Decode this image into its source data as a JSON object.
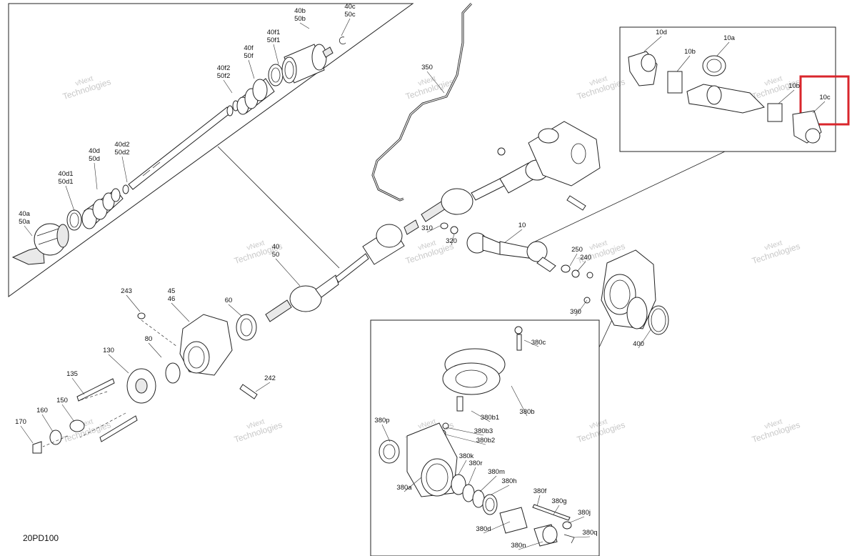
{
  "diagram_code": "20PD100",
  "watermark": "vNext Technologies",
  "highlight_color": "#d9262c",
  "highlighted_callout": "10c",
  "callouts": [
    {
      "id": "40b",
      "text": "40b\n50b"
    },
    {
      "id": "40c",
      "text": "40c\n50c"
    },
    {
      "id": "40f1",
      "text": "40f1\n50f1"
    },
    {
      "id": "40f",
      "text": "40f\n50f"
    },
    {
      "id": "40f2",
      "text": "40f2\n50f2"
    },
    {
      "id": "40d",
      "text": "40d\n50d"
    },
    {
      "id": "40d2",
      "text": "40d2\n50d2"
    },
    {
      "id": "40d1",
      "text": "40d1\n50d1"
    },
    {
      "id": "40a",
      "text": "40a\n50a"
    },
    {
      "id": "350",
      "text": "350"
    },
    {
      "id": "310",
      "text": "310"
    },
    {
      "id": "320",
      "text": "320"
    },
    {
      "id": "10",
      "text": "10"
    },
    {
      "id": "250",
      "text": "250"
    },
    {
      "id": "240",
      "text": "240"
    },
    {
      "id": "390",
      "text": "390"
    },
    {
      "id": "400",
      "text": "400"
    },
    {
      "id": "40",
      "text": "40\n50"
    },
    {
      "id": "243",
      "text": "243"
    },
    {
      "id": "45",
      "text": "45\n46"
    },
    {
      "id": "60",
      "text": "60"
    },
    {
      "id": "80",
      "text": "80"
    },
    {
      "id": "130",
      "text": "130"
    },
    {
      "id": "135",
      "text": "135"
    },
    {
      "id": "150",
      "text": "150"
    },
    {
      "id": "160",
      "text": "160"
    },
    {
      "id": "170",
      "text": "170"
    },
    {
      "id": "242",
      "text": "242"
    },
    {
      "id": "10d",
      "text": "10d"
    },
    {
      "id": "10a",
      "text": "10a"
    },
    {
      "id": "10b",
      "text": "10b"
    },
    {
      "id": "10e",
      "text": "10b"
    },
    {
      "id": "10c",
      "text": "10c"
    },
    {
      "id": "380c",
      "text": "380c"
    },
    {
      "id": "380b1",
      "text": "380b1"
    },
    {
      "id": "380b",
      "text": "380b"
    },
    {
      "id": "380p",
      "text": "380p"
    },
    {
      "id": "380b3",
      "text": "380b3"
    },
    {
      "id": "380b2",
      "text": "380b2"
    },
    {
      "id": "380k",
      "text": "380k"
    },
    {
      "id": "380r",
      "text": "380r"
    },
    {
      "id": "380m",
      "text": "380m"
    },
    {
      "id": "380h",
      "text": "380h"
    },
    {
      "id": "380a",
      "text": "380a"
    },
    {
      "id": "380f",
      "text": "380f"
    },
    {
      "id": "380g",
      "text": "380g"
    },
    {
      "id": "380j",
      "text": "380j"
    },
    {
      "id": "380d",
      "text": "380d"
    },
    {
      "id": "380q",
      "text": "380q"
    },
    {
      "id": "380n",
      "text": "380n"
    }
  ]
}
